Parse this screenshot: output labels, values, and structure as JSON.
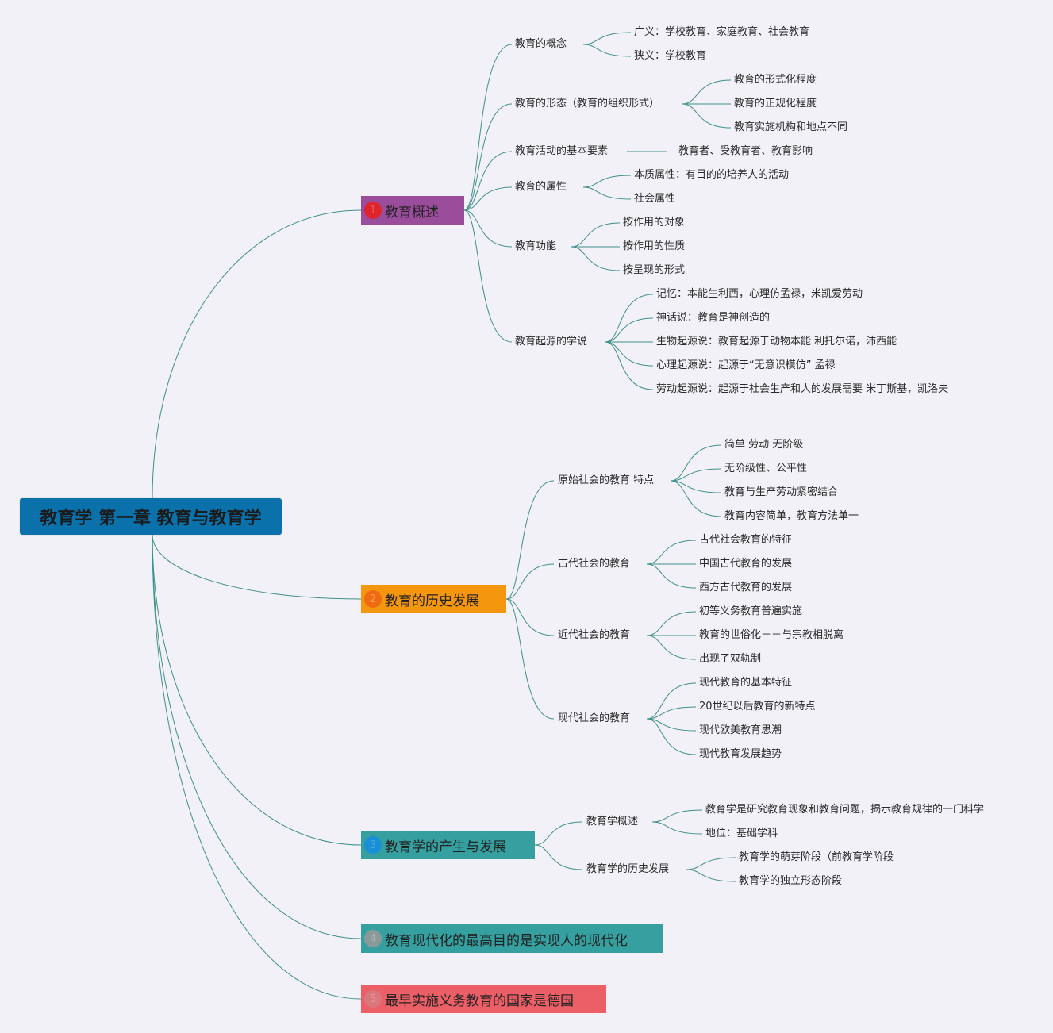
{
  "root": {
    "label": "教育学 第一章 教育与教育学"
  },
  "colors": {
    "root": "#0a71ab",
    "line": "#3f8f8a",
    "b1": "#9a4d9b",
    "b1_badge": "#e0242c",
    "b2": "#f5960f",
    "b2_badge": "#ef6a10",
    "b3": "#36a0a0",
    "b3_badge": "#1a8fd6",
    "b4": "#36a0a0",
    "b4_badge": "#8a9a9a",
    "b5": "#ec5f66",
    "b5_badge": "#d9777c"
  },
  "branches": [
    {
      "num": "1",
      "label": "教育概述",
      "children": [
        {
          "label": "教育的概念",
          "children": [
            "广义：学校教育、家庭教育、社会教育",
            "狭义：学校教育"
          ]
        },
        {
          "label": "教育的形态（教育的组织形式）",
          "children": [
            "教育的形式化程度",
            "教育的正规化程度",
            "教育实施机构和地点不同"
          ]
        },
        {
          "label": "教育活动的基本要素",
          "children": [
            "教育者、受教育者、教育影响"
          ]
        },
        {
          "label": "教育的属性",
          "children": [
            "本质属性：有目的的培养人的活动",
            "社会属性"
          ]
        },
        {
          "label": "教育功能",
          "children": [
            "按作用的对象",
            "按作用的性质",
            "按呈现的形式"
          ]
        },
        {
          "label": "教育起源的学说",
          "children": [
            "记忆：本能生利西，心理仿孟禄，米凯爱劳动",
            "神话说：教育是神创造的",
            "生物起源说：教育起源于动物本能 利托尔诺，沛西能",
            "心理起源说：起源于“无意识模仿” 孟禄",
            "劳动起源说：起源于社会生产和人的发展需要 米丁斯基，凯洛夫"
          ]
        }
      ]
    },
    {
      "num": "2",
      "label": "教育的历史发展",
      "children": [
        {
          "label": "原始社会的教育 特点",
          "children": [
            "简单 劳动 无阶级",
            "无阶级性、公平性",
            "教育与生产劳动紧密结合",
            "教育内容简单，教育方法单一"
          ]
        },
        {
          "label": "古代社会的教育",
          "children": [
            "古代社会教育的特征",
            "中国古代教育的发展",
            "西方古代教育的发展"
          ]
        },
        {
          "label": "近代社会的教育",
          "children": [
            "初等义务教育普遍实施",
            "教育的世俗化－－与宗教相脱离",
            "出现了双轨制"
          ]
        },
        {
          "label": "现代社会的教育",
          "children": [
            "现代教育的基本特征",
            "20世纪以后教育的新特点",
            "现代欧美教育思潮",
            "现代教育发展趋势"
          ]
        }
      ]
    },
    {
      "num": "3",
      "label": "教育学的产生与发展",
      "children": [
        {
          "label": "教育学概述",
          "children": [
            "教育学是研究教育现象和教育问题，揭示教育规律的一门科学",
            "地位：基础学科"
          ]
        },
        {
          "label": "教育学的历史发展",
          "children": [
            "教育学的萌芽阶段（前教育学阶段",
            "教育学的独立形态阶段"
          ]
        }
      ]
    },
    {
      "num": "4",
      "label": "教育现代化的最高目的是实现人的现代化",
      "children": []
    },
    {
      "num": "5",
      "label": "最早实施义务教育的国家是德国",
      "children": []
    }
  ]
}
